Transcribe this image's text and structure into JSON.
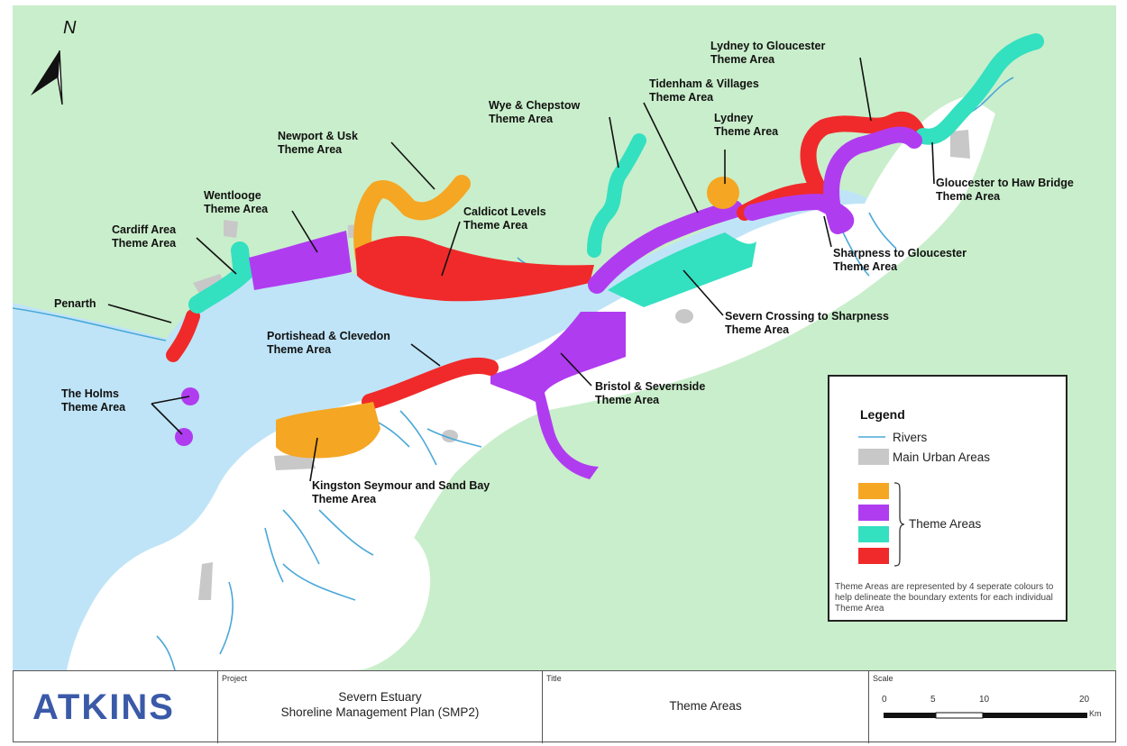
{
  "north_arrow": {
    "letter": "N"
  },
  "labels": {
    "lydney_gloucester": [
      "Lydney to Gloucester",
      "Theme Area"
    ],
    "tidenham": [
      "Tidenham & Villages",
      "Theme Area"
    ],
    "lydney": [
      "Lydney",
      "Theme Area"
    ],
    "wye_chepstow": [
      "Wye & Chepstow",
      "Theme Area"
    ],
    "newport_usk": [
      "Newport & Usk",
      "Theme Area"
    ],
    "wentlooge": [
      "Wentlooge",
      "Theme Area"
    ],
    "caldicot": [
      "Caldicot Levels",
      "Theme Area"
    ],
    "cardiff": [
      "Cardiff Area",
      "Theme Area"
    ],
    "gloucester_haw": [
      "Gloucester to Haw Bridge",
      "Theme Area"
    ],
    "sharpness_gloucester": [
      "Sharpness to Gloucester",
      "Theme Area"
    ],
    "penarth": [
      "Penarth"
    ],
    "severn_crossing": [
      "Severn Crossing to Sharpness",
      "Theme Area"
    ],
    "portishead": [
      "Portishead & Clevedon",
      "Theme Area"
    ],
    "holms": [
      "The Holms",
      "Theme Area"
    ],
    "bristol": [
      "Bristol & Severnside",
      "Theme Area"
    ],
    "kingston": [
      "Kingston Seymour and Sand Bay",
      "Theme Area"
    ]
  },
  "legend": {
    "title": "Legend",
    "rivers": "Rivers",
    "urban": "Main Urban Areas",
    "theme_areas": "Theme Areas",
    "note": "Theme Areas are represented by 4 seperate colours to help delineate the boundary extents for each individual Theme Area",
    "colors": {
      "orange": "#f5a623",
      "purple": "#b03cf0",
      "cyan": "#33e0c0",
      "red": "#f02a2a",
      "river": "#4aa8d8",
      "urban": "#c8c8c8",
      "land_wales": "#c9eecb",
      "estuary": "#bfe4f7",
      "land_england": "#ffffff"
    }
  },
  "titlebar": {
    "logo": "ATKINS",
    "project_label": "Project",
    "project_line1": "Severn Estuary",
    "project_line2": "Shoreline Management Plan (SMP2)",
    "title_label": "Title",
    "title_value": "Theme Areas",
    "scale_label": "Scale",
    "scale_ticks": [
      "0",
      "5",
      "10",
      "20"
    ],
    "scale_unit": "Km"
  }
}
